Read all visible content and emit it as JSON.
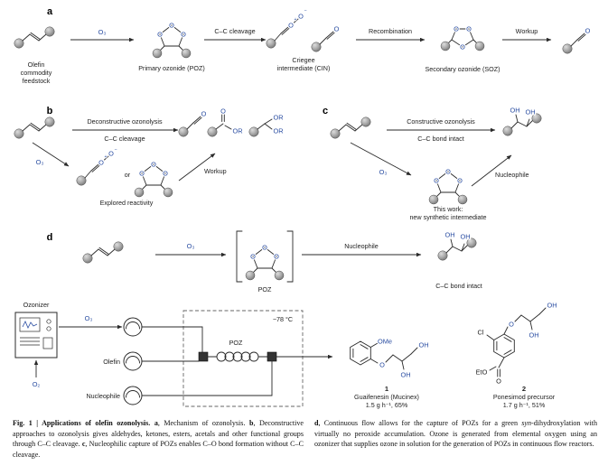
{
  "colors": {
    "blue": "#2b4ea2",
    "line": "#2a2a2a",
    "sphere": "#8c8c8c"
  },
  "atoms": {
    "O": "O",
    "O3": "O₃",
    "O2": "O₂",
    "OH": "OH",
    "OR": "OR",
    "OMe": "OMe",
    "EtO": "EtO",
    "Cl": "Cl",
    "plus": "+",
    "minus": "−"
  },
  "panel_a": {
    "label": "a",
    "feedstock_line1": "Olefin",
    "feedstock_line2": "commodity",
    "feedstock_line3": "feedstock",
    "poz_caption": "Primary ozonide (POZ)",
    "cleavage_label": "C–C cleavage",
    "cin_line1": "Criegee",
    "cin_line2": "intermediate (CIN)",
    "recombination_label": "Recombination",
    "soz_caption": "Secondary ozonide (SOZ)",
    "workup_label": "Workup"
  },
  "panel_b": {
    "label": "b",
    "arrow_top": "Deconstructive ozonolysis",
    "arrow_bottom": "C–C cleavage",
    "or_label": "or",
    "explored_caption": "Explored reactivity",
    "workup_label": "Workup"
  },
  "panel_c": {
    "label": "c",
    "arrow_top": "Constructive ozonolysis",
    "arrow_bottom": "C–C bond intact",
    "nucleophile_label": "Nucleophile",
    "thiswork_line1": "This work:",
    "thiswork_line2": "new synthetic intermediate"
  },
  "panel_d": {
    "label": "d",
    "poz_bracket_label": "POZ",
    "nucleophile_label": "Nucleophile",
    "intact_label": "C–C bond intact",
    "ozonizer_label": "Ozonizer",
    "olefin_pump_label": "Olefin",
    "nucleophile_pump_label": "Nucleophile",
    "temp_label": "−78 °C",
    "poz_flow_label": "POZ",
    "product1": {
      "number": "1",
      "name": "Guaifenesin (Mucinex)",
      "yield": "1.5 g h⁻¹, 65%"
    },
    "product2": {
      "number": "2",
      "name": "Ponesimod precursor",
      "yield": "1.7 g h⁻¹, 51%"
    }
  },
  "caption": {
    "left": [
      {
        "text": "Fig. 1 | Applications of olefin ozonolysis. ",
        "style": "bold"
      },
      {
        "text": "a",
        "style": "bold"
      },
      {
        "text": ", Mechanism of ozonolysis. ",
        "style": ""
      },
      {
        "text": "b",
        "style": "bold"
      },
      {
        "text": ", Deconstructive approaches to ozonolysis gives aldehydes, ketones, esters, acetals and other functional groups through C–C cleavage. ",
        "style": ""
      },
      {
        "text": "c",
        "style": "bold"
      },
      {
        "text": ", Nucleophilic capture of POZs enables C–O bond formation without C–C cleavage.",
        "style": ""
      }
    ],
    "right": [
      {
        "text": "d",
        "style": "bold"
      },
      {
        "text": ", Continuous flow allows for the capture of POZs for a green ",
        "style": ""
      },
      {
        "text": "syn",
        "style": "italic"
      },
      {
        "text": "-dihydroxylation with virtually no peroxide accumulation. Ozone is generated from elemental oxygen using an ozonizer that supplies ozone in solution for the generation of POZs in continuous flow reactors.",
        "style": ""
      }
    ]
  }
}
